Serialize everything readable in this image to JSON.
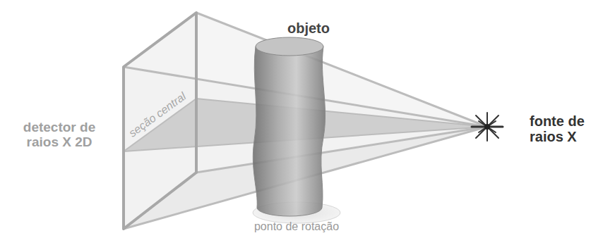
{
  "diagram": {
    "labels": [
      "objeto",
      "detector de raios X 2D",
      "seção central",
      "fonte de raios X",
      "ponto de rotação"
    ]
  }
}
